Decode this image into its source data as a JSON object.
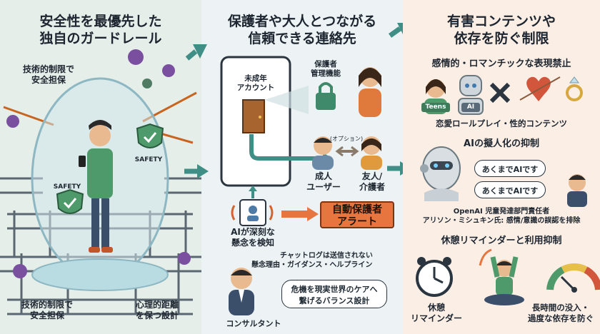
{
  "panel1": {
    "title_line1": "安全性を最優先した",
    "title_line2": "独自のガードレール",
    "label_tech_top_1": "技術的制限で",
    "label_tech_top_2": "安全担保",
    "badge_safety_right": "SAFETY",
    "badge_safety_left": "SAFETY",
    "label_tech_bottom_1": "技術的制限で",
    "label_tech_bottom_2": "安全担保",
    "label_psych_1": "心理的距離",
    "label_psych_2": "を保つ設計"
  },
  "panel2": {
    "title_line1": "保護者や大人とつながる",
    "title_line2": "信頼できる連絡先",
    "minor_account_1": "未成年",
    "minor_account_2": "アカウント",
    "parental_1": "保護者",
    "parental_2": "管理機能",
    "optional": "(オプション)",
    "adult_user_1": "成人",
    "adult_user_2": "ユーザー",
    "friend_1": "友人/",
    "friend_2": "介護者",
    "ai_detect_1": "AIが深刻な",
    "ai_detect_2": "懸念を検知",
    "alert_1": "自動保護者",
    "alert_2": "アラート",
    "chatlog_note_1": "チャットログは送信されない",
    "chatlog_note_2": "懸念理由・ガイダンス・ヘルプライン",
    "consultant_bubble_1": "危機を現実世界のケアへ",
    "consultant_bubble_2": "繋げるバランス設計",
    "consultant_label": "コンサルタント"
  },
  "panel3": {
    "title_line1": "有害コンテンツや",
    "title_line2": "依存を防ぐ制限",
    "romantic_heading": "感情的・ロマンチックな表現禁止",
    "teens_tag": "Teens",
    "ai_tag": "AI",
    "romantic_caption": "恋愛ロールプレイ・性的コンテンツ",
    "anthropo_heading": "AIの擬人化の抑制",
    "bubble_1": "あくまでAIです",
    "bubble_2": "あくまでAIです",
    "openai_line1": "OpenAI 児童発達部門責任者",
    "openai_line2": "アリソン・ミシュキン氏: 感情/意識の誤認を排除",
    "break_heading": "休憩リマインダーと利用抑制",
    "break_label_1": "休憩",
    "break_label_2": "リマインダー",
    "overuse_label_1": "長時間の没入・",
    "overuse_label_2": "過度な依存を防ぐ"
  },
  "colors": {
    "panel1_bg": "#e6eee9",
    "panel2_bg": "#edf3f4",
    "panel3_bg": "#fbeee5",
    "accent_green": "#3f8a6a",
    "alert_orange": "#e6753f",
    "arrow_green": "#3f8f86"
  }
}
